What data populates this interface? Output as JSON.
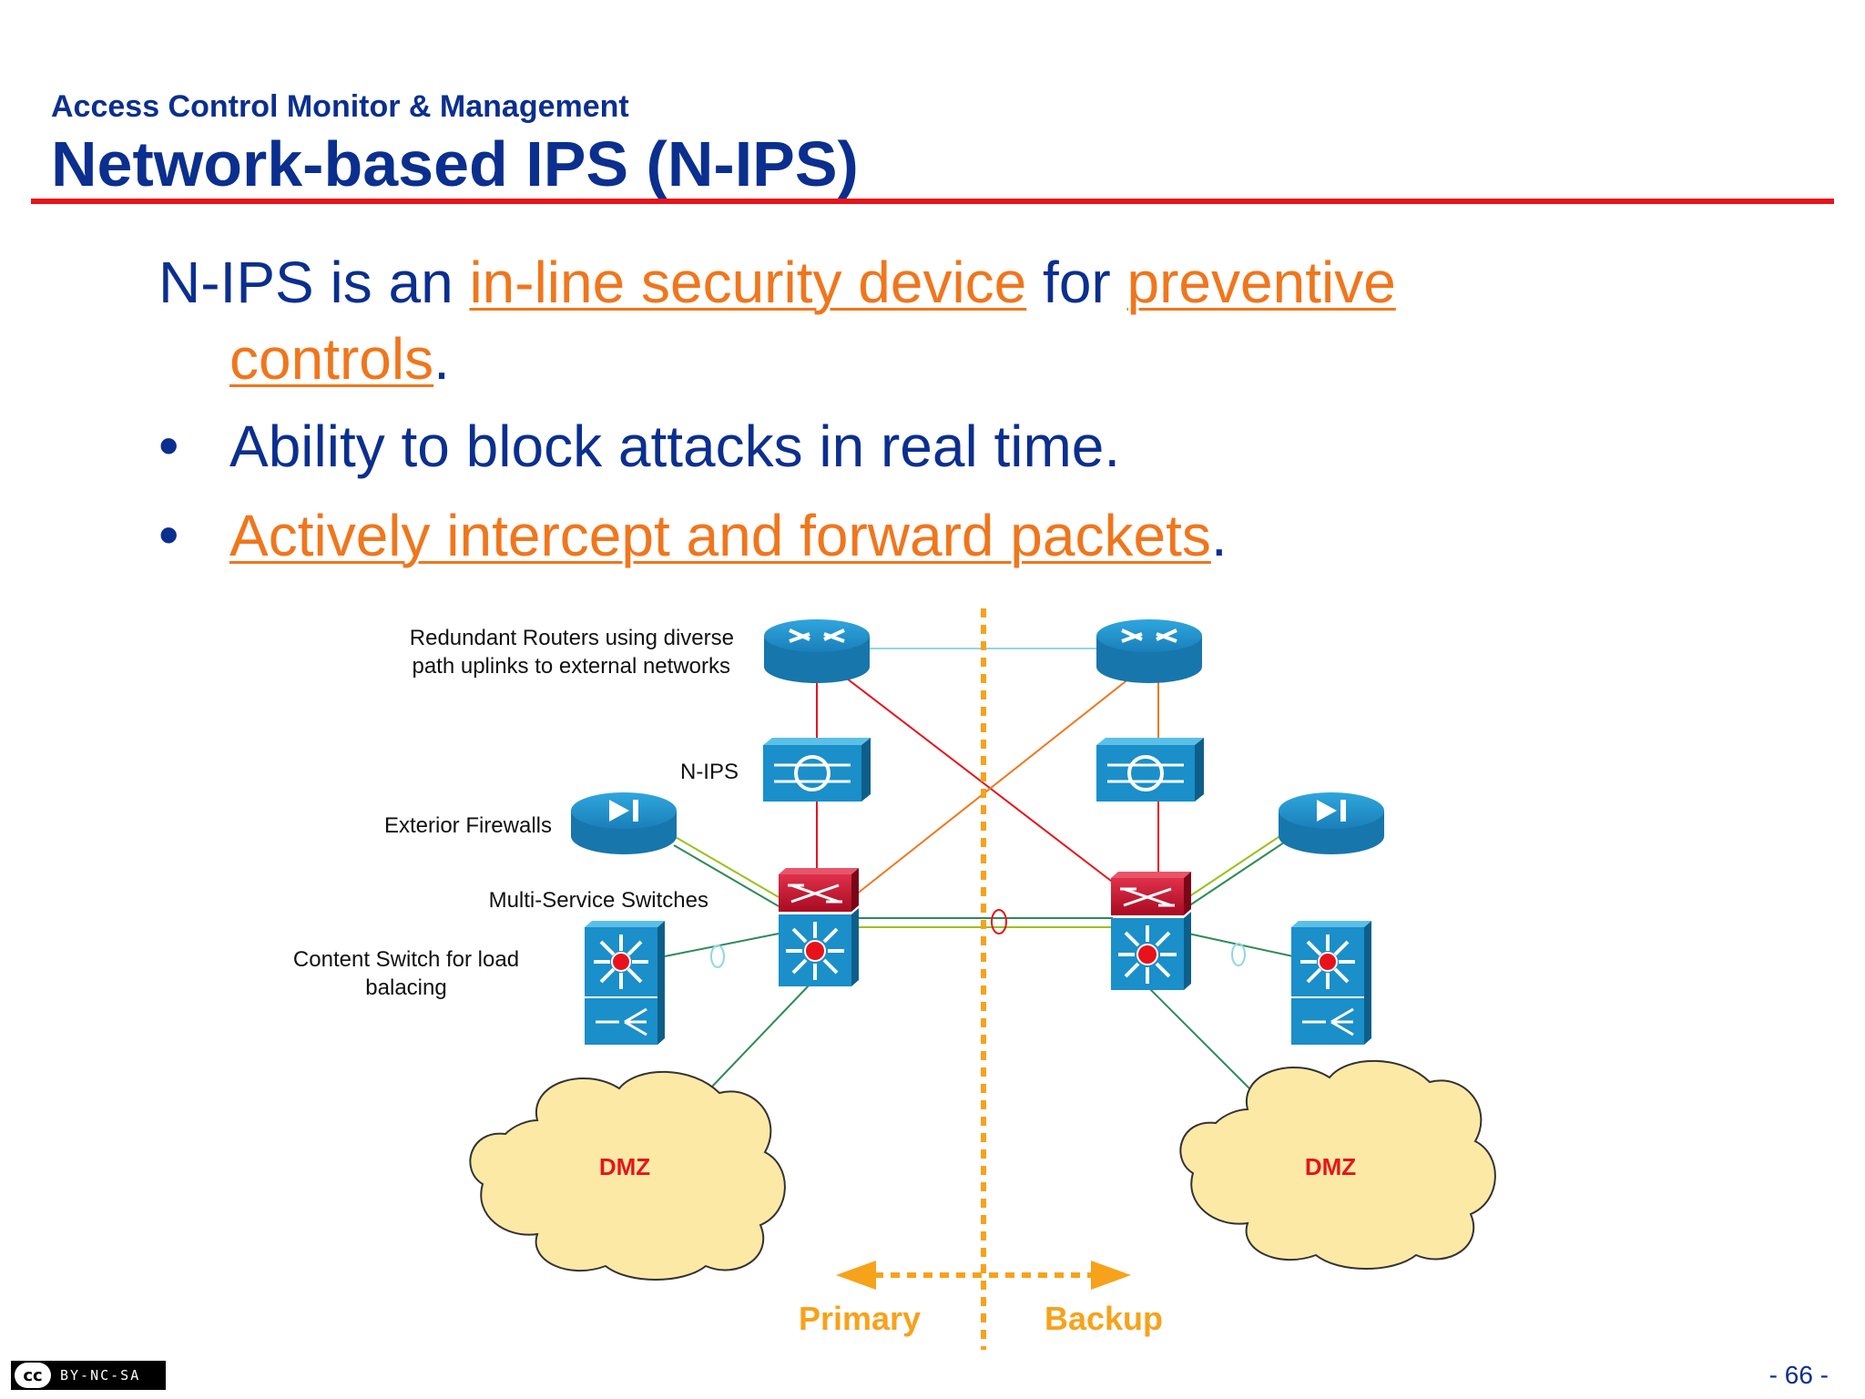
{
  "header": {
    "subtitle": "Access Control Monitor & Management",
    "title": "Network-based IPS (N-IPS)"
  },
  "body": {
    "line1_a": "N-IPS is an ",
    "line1_hl1": "in-line security device",
    "line1_b": " for ",
    "line1_hl2": "preventive",
    "line2_hl": "controls",
    "line2_end": ".",
    "bullet_char": "•",
    "bullet1": "Ability to block attacks in real time.",
    "bullet2_hl": "Actively intercept and forward packets",
    "bullet2_end": "."
  },
  "diagram": {
    "labels": {
      "routers_line1": "Redundant Routers using diverse",
      "routers_line2": "path uplinks to external networks",
      "nips": "N-IPS",
      "firewalls": "Exterior Firewalls",
      "switches": "Multi-Service Switches",
      "content_line1": "Content Switch for load",
      "content_line2": "balacing",
      "dmz_left": "DMZ",
      "dmz_right": "DMZ",
      "primary": "Primary",
      "backup": "Backup"
    },
    "colors": {
      "device_blue": "#1a8fc9",
      "switch_red": "#c8102e",
      "divider_orange": "#f7a21b",
      "cloud_fill": "#fde9a6",
      "dmz_text": "#e8131a"
    }
  },
  "footer": {
    "license": "BY-NC-SA",
    "cc": "cc",
    "page": "- 66 -"
  }
}
